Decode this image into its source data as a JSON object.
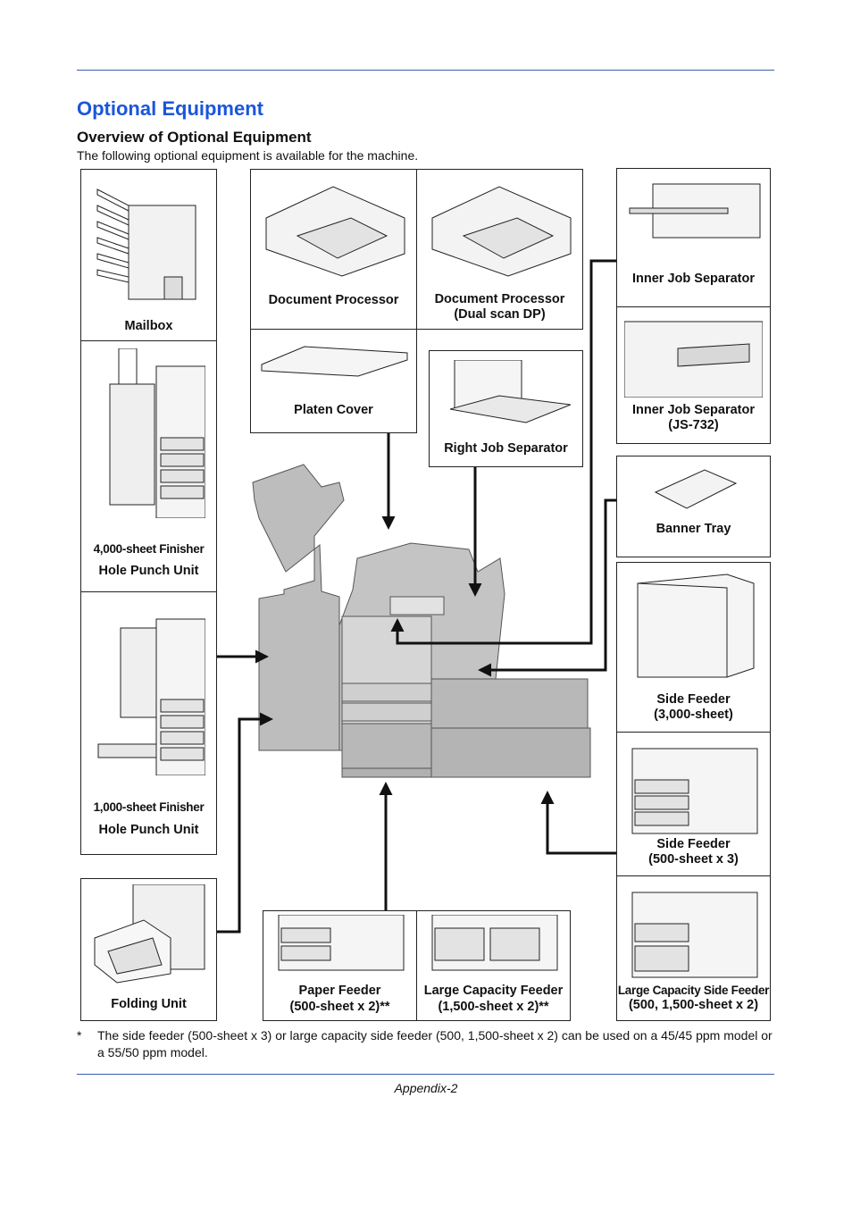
{
  "header": {
    "title": "Optional Equipment"
  },
  "section": {
    "subtitle": "Overview of Optional Equipment",
    "intro": "The following optional equipment is available for the machine."
  },
  "items": {
    "mailbox": "Mailbox",
    "finisher4000": "4,000-sheet Finisher",
    "holepunch1": "Hole Punch Unit",
    "finisher1000": "1,000-sheet Finisher",
    "holepunch2": "Hole Punch Unit",
    "folding": "Folding Unit",
    "docproc": "Document Processor",
    "docproc_dual1": "Document Processor",
    "docproc_dual2": "(Dual scan DP)",
    "platen": "Platen Cover",
    "rightjob": "Right Job Separator",
    "innerjob": "Inner Job Separator",
    "innerjob732_1": "Inner Job Separator",
    "innerjob732_2": "(JS-732)",
    "banner": "Banner Tray",
    "sidefeeder3000_1": "Side Feeder",
    "sidefeeder3000_2": "(3,000-sheet)",
    "sidefeeder500_1": "Side Feeder",
    "sidefeeder500_2": "(500-sheet x 3)",
    "lcsf_1": "Large Capacity Side Feeder",
    "lcsf_2": "(500, 1,500-sheet x 2)",
    "paperfeeder_1": "Paper Feeder",
    "paperfeeder_2": "(500-sheet x 2)**",
    "lcf_1": "Large Capacity Feeder",
    "lcf_2": "(1,500-sheet x 2)**"
  },
  "footnote": {
    "marker": "*",
    "text": "The side feeder (500-sheet x 3) or large capacity side feeder (500, 1,500-sheet x 2) can be used on a 45/45 ppm model or a 55/50 ppm model."
  },
  "footer": {
    "page": "Appendix-2"
  }
}
